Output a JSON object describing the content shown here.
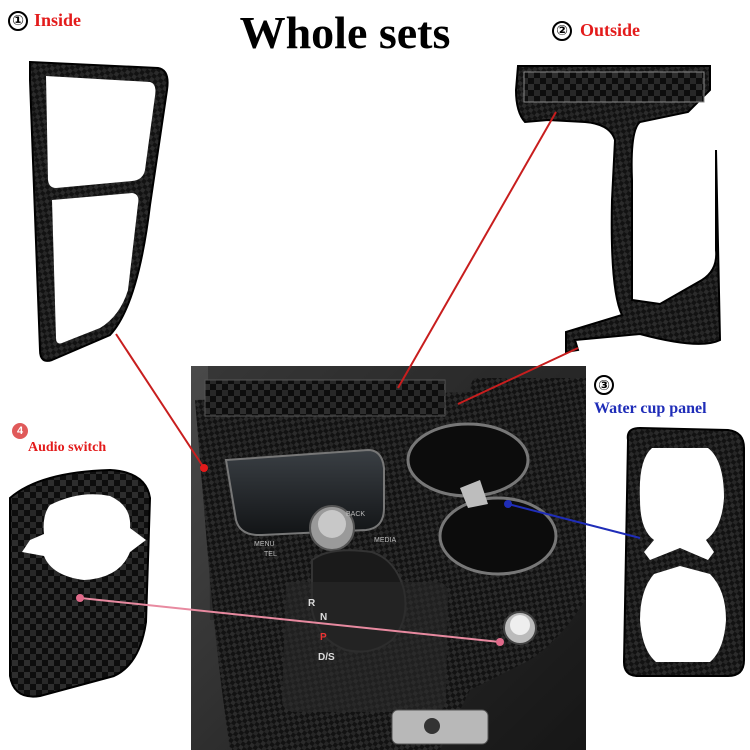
{
  "header": {
    "title": "Whole sets"
  },
  "parts": [
    {
      "number": "①",
      "label": "Inside",
      "color": "#e31b1b"
    },
    {
      "number": "②",
      "label": "Outside",
      "color": "#e31b1b"
    },
    {
      "number": "③",
      "label": "Water cup panel",
      "color": "#1f2db8"
    },
    {
      "number": "4",
      "label": "Audio switch",
      "color": "#e31b1b"
    }
  ],
  "screen": {
    "menu": "MENU",
    "back": "BACK",
    "tel": "TEL",
    "media": "MEDIA"
  },
  "gear": {
    "r": "R",
    "n": "N",
    "p": "P",
    "ds": "D/S"
  },
  "icons": [
    "carbon-panel-icon",
    "gear-shift-icon",
    "knob-icon"
  ]
}
